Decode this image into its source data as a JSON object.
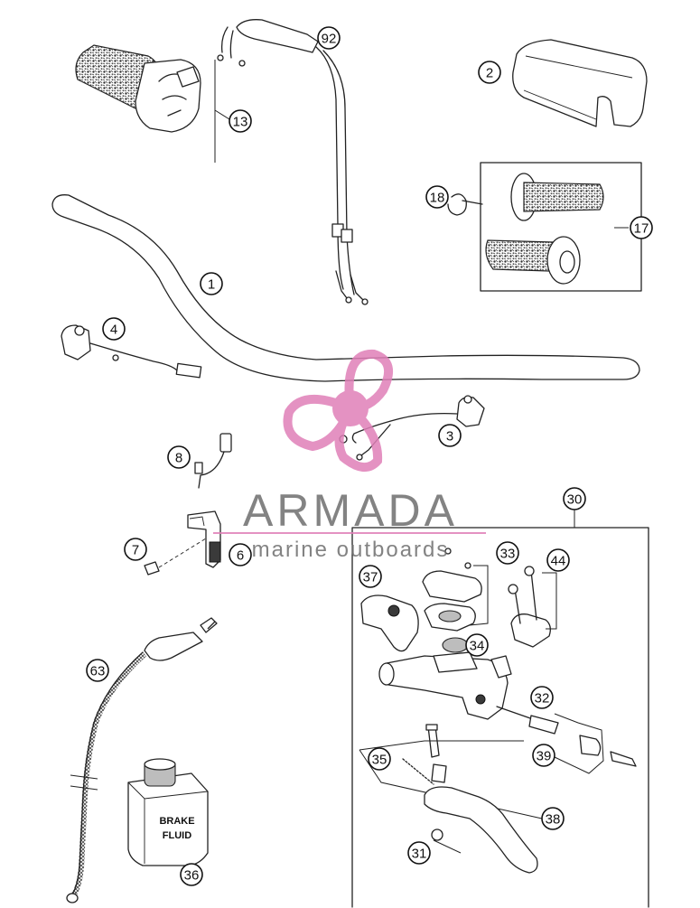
{
  "diagram": {
    "callouts": [
      {
        "id": "c1",
        "label": "1"
      },
      {
        "id": "c2",
        "label": "2"
      },
      {
        "id": "c3",
        "label": "3"
      },
      {
        "id": "c4",
        "label": "4"
      },
      {
        "id": "c6",
        "label": "6"
      },
      {
        "id": "c7",
        "label": "7"
      },
      {
        "id": "c8",
        "label": "8"
      },
      {
        "id": "c13",
        "label": "13"
      },
      {
        "id": "c17",
        "label": "17"
      },
      {
        "id": "c18",
        "label": "18"
      },
      {
        "id": "c30",
        "label": "30"
      },
      {
        "id": "c31",
        "label": "31"
      },
      {
        "id": "c32",
        "label": "32"
      },
      {
        "id": "c33",
        "label": "33"
      },
      {
        "id": "c34",
        "label": "34"
      },
      {
        "id": "c35",
        "label": "35"
      },
      {
        "id": "c36",
        "label": "36"
      },
      {
        "id": "c37",
        "label": "37"
      },
      {
        "id": "c38",
        "label": "38"
      },
      {
        "id": "c39",
        "label": "39"
      },
      {
        "id": "c44",
        "label": "44"
      },
      {
        "id": "c63",
        "label": "63"
      },
      {
        "id": "c92",
        "label": "92"
      }
    ],
    "bottle_label_line1": "BRAKE",
    "bottle_label_line2": "FLUID"
  },
  "watermark": {
    "brand": "ARMADA",
    "tagline": "marine outboards",
    "logo_color": "#e07fb8",
    "text_color": "#6e6e6e"
  }
}
